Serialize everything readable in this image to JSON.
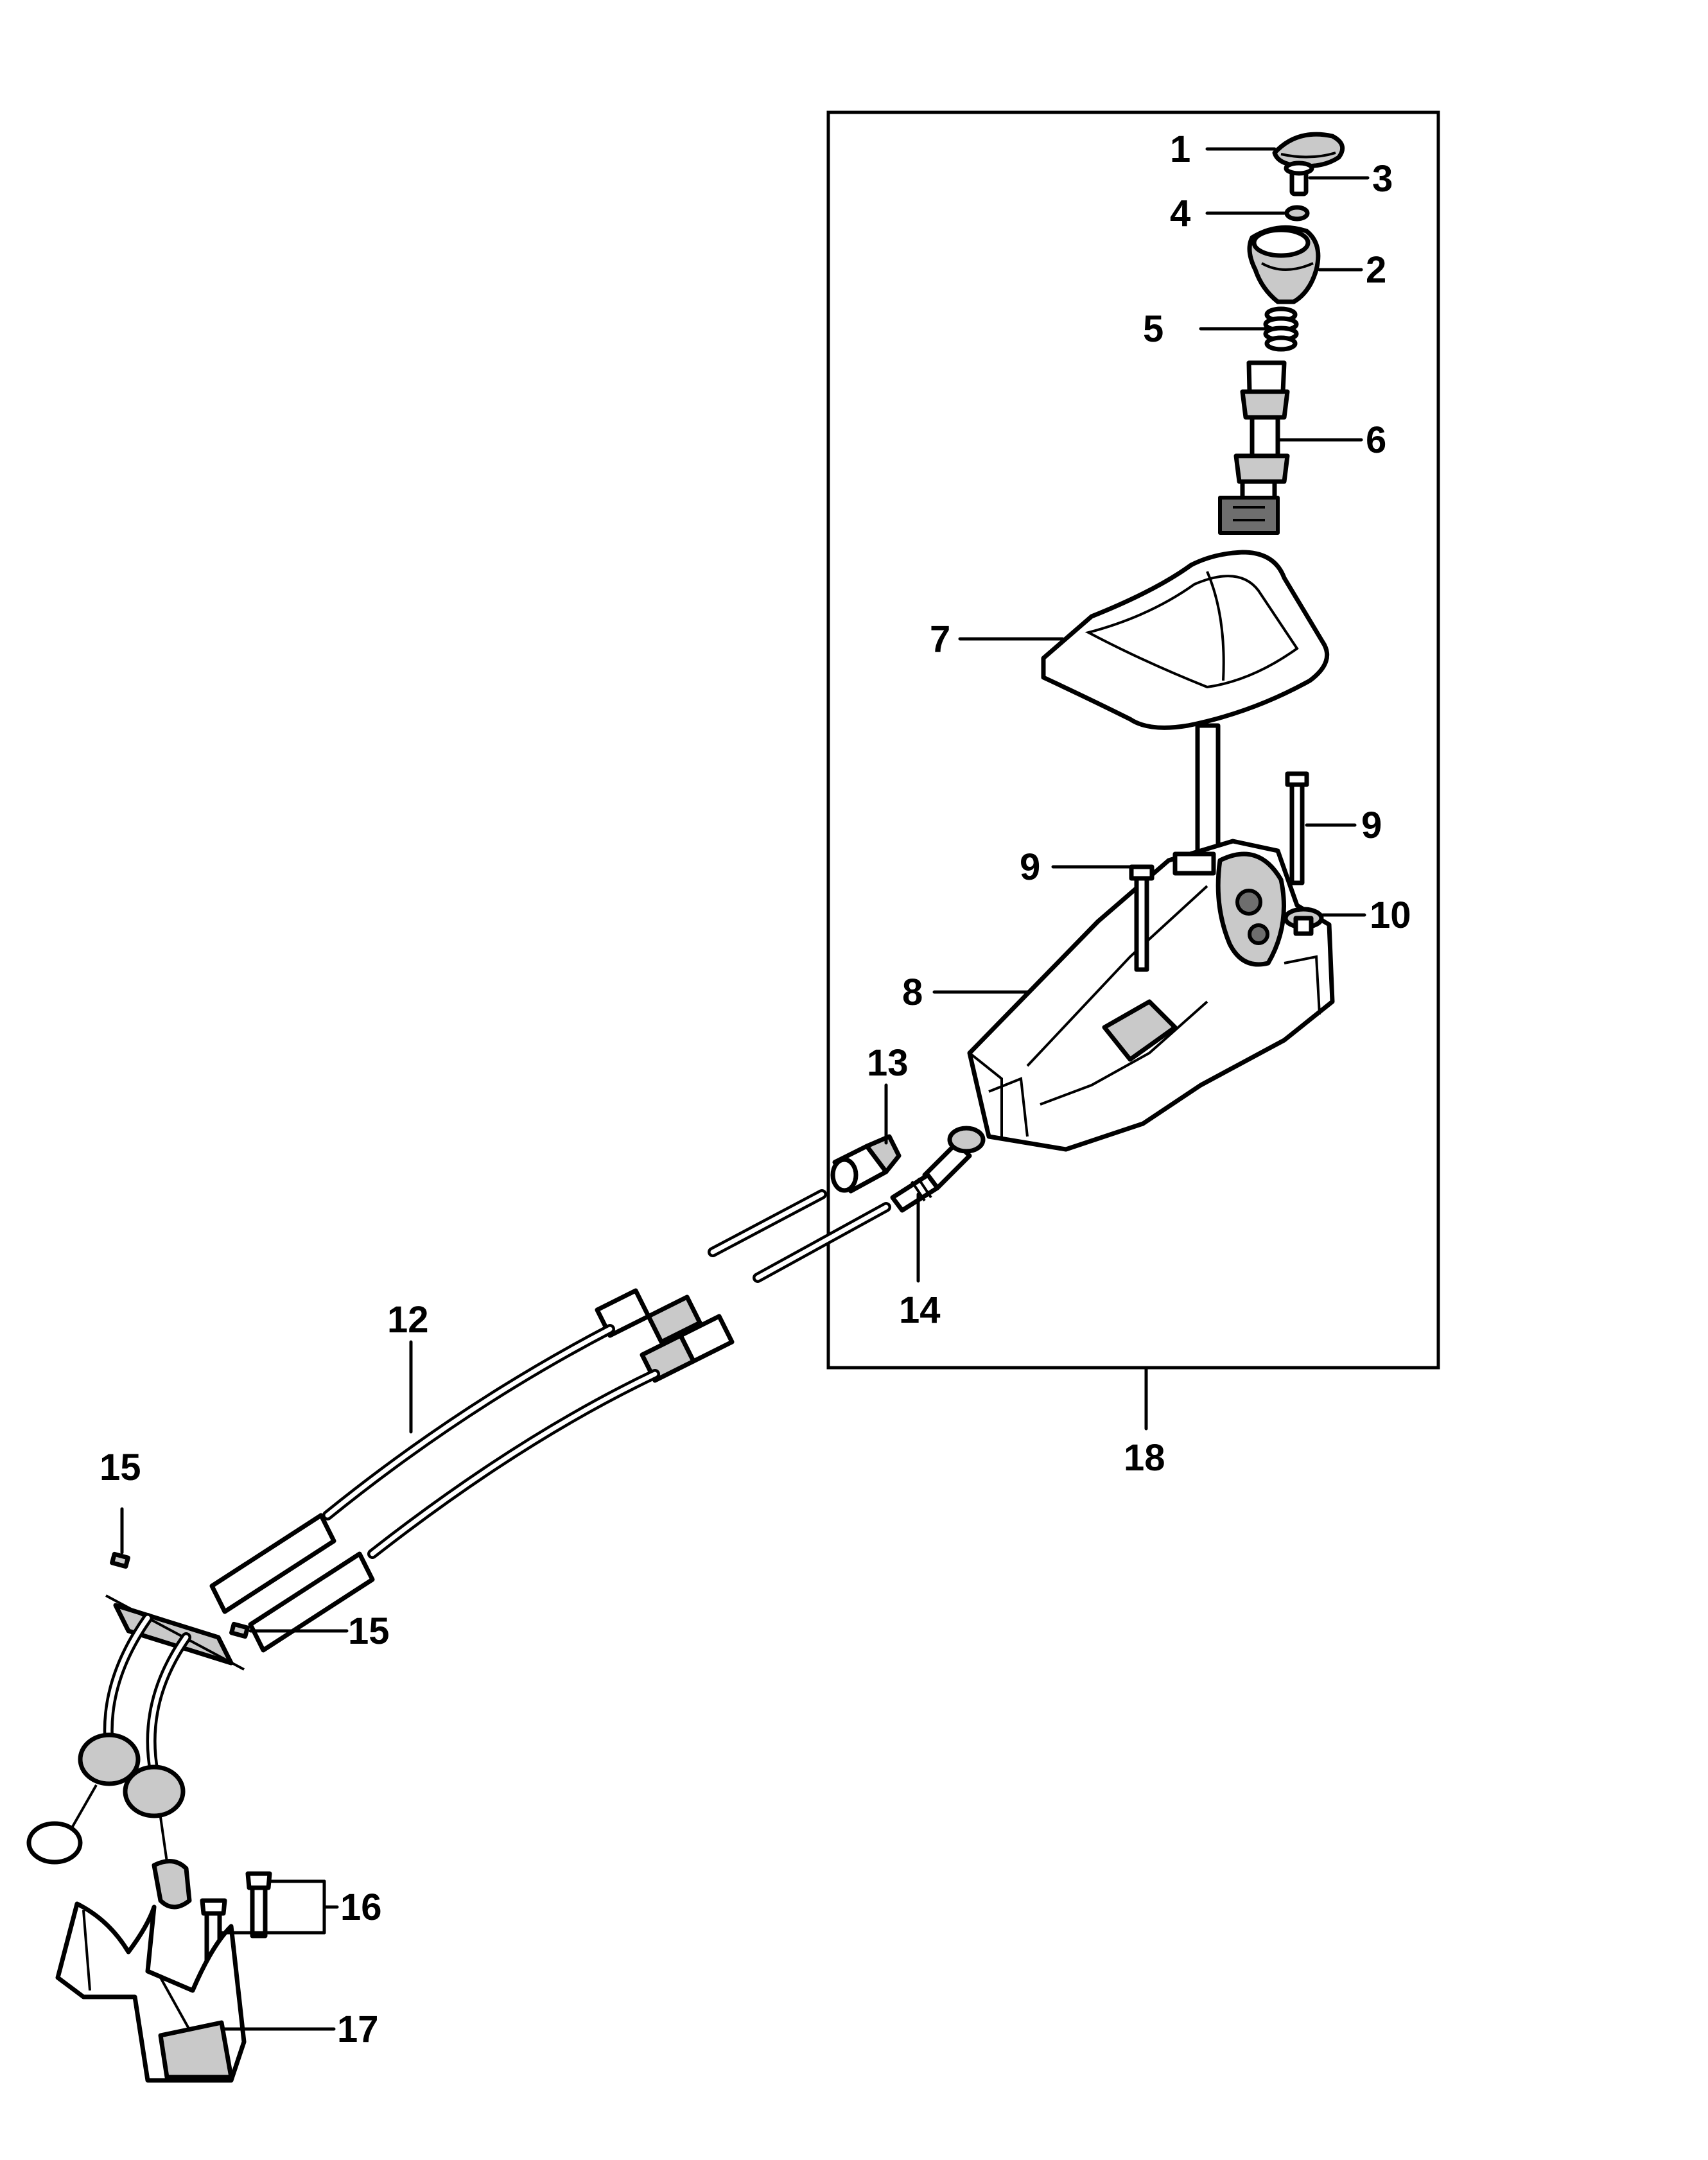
{
  "callouts": {
    "c1": "1",
    "c2": "2",
    "c3": "3",
    "c4": "4",
    "c5": "5",
    "c6": "6",
    "c7": "7",
    "c8": "8",
    "c9a": "9",
    "c9b": "9",
    "c10": "10",
    "c12": "12",
    "c13": "13",
    "c14": "14",
    "c15a": "15",
    "c15b": "15",
    "c16": "16",
    "c17": "17",
    "c18": "18"
  },
  "parts": {
    "knob_cap": "knob-cap",
    "gear_knob": "gear-knob",
    "screw": "screw",
    "washer": "washer",
    "spring": "spring",
    "shift_lever_upper": "shift-lever-upper",
    "shift_boot": "shift-boot",
    "shifter_housing": "shifter-housing",
    "bolt": "bolt",
    "bushing": "bushing",
    "shift_cables": "shift-cables",
    "cable_end_13": "cable-end-clip",
    "cable_end_14": "cable-end-ball",
    "retaining_clip": "retaining-clip",
    "bracket_bolts": "bracket-bolts",
    "cable_bracket": "cable-bracket",
    "assembly_frame": "assembly-frame"
  }
}
